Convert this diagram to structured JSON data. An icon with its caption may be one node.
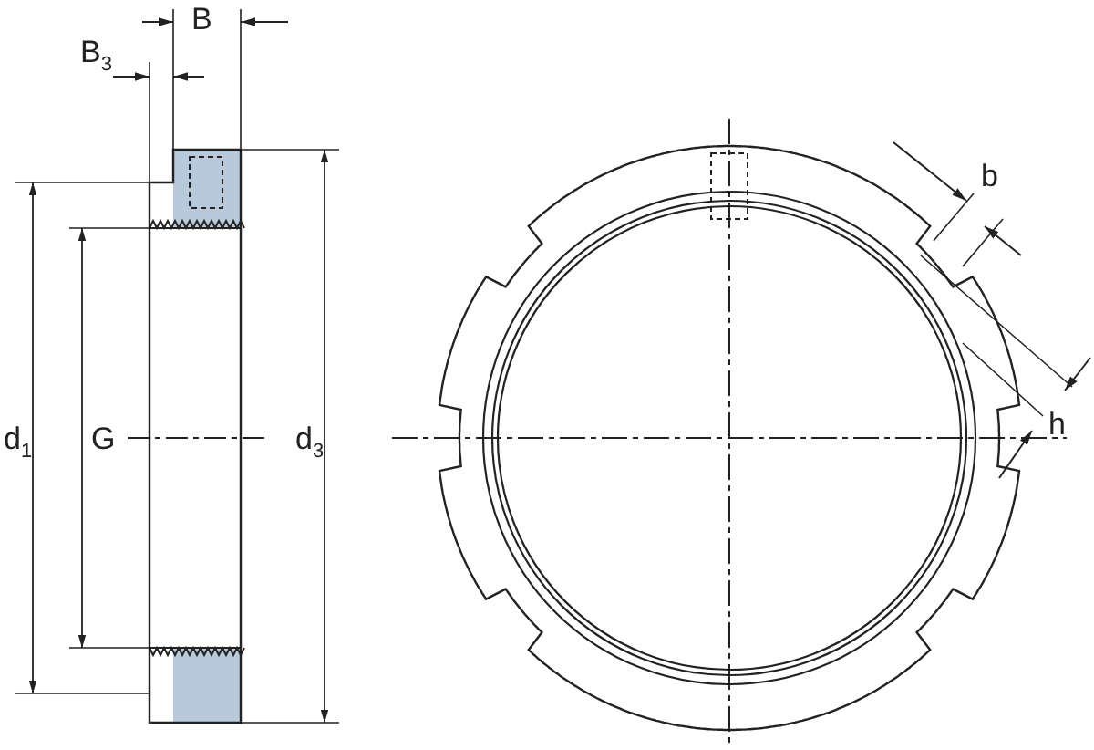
{
  "diagram": {
    "labels": [
      "B",
      "B$_{3}$",
      "b",
      "d$_{1}$",
      "G",
      "d$_{3}$",
      "h"
    ]
  }
}
